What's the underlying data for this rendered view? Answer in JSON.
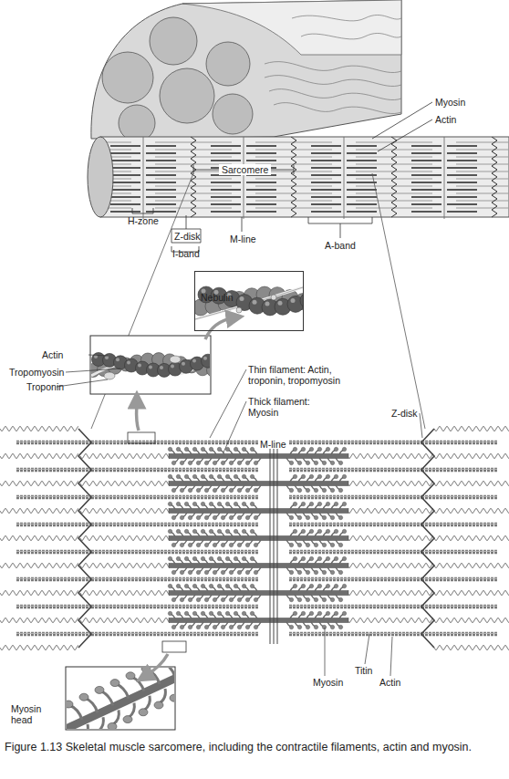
{
  "diagram": {
    "caption": "Figure 1.13 Skeletal muscle sarcomere, including the contractile filaments, actin and myosin.",
    "nodes": [
      {
        "text": [
          "Nebulin"
        ]
      }
    ],
    "labels": [
      "Myosin",
      "Actin",
      "Sarcomere",
      "H-zone",
      "Z-disk",
      "I-band",
      "M-line",
      "A-band",
      "Actin",
      "Tropomyosin",
      "Troponin",
      "Thin filament: Actin, troponin, tropomyosin",
      "Thick filament: Myosin",
      "M-line",
      "Z-disk",
      "Myosin head",
      "Myosin",
      "Titin",
      "Actin"
    ]
  }
}
